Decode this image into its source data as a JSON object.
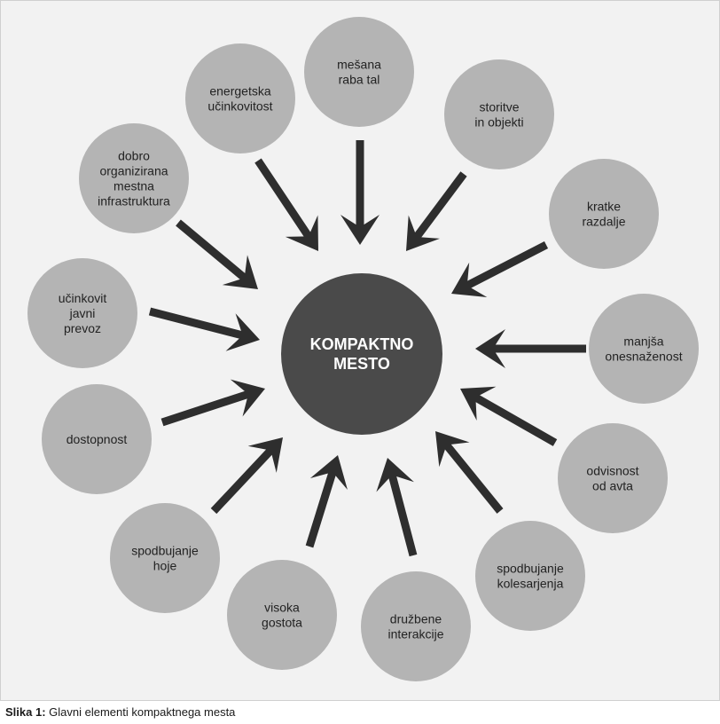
{
  "colors": {
    "background": "#f2f2f2",
    "outer_node": "#b4b4b4",
    "center_node": "#4a4a4a",
    "arrow": "#2e2e2e"
  },
  "center": {
    "lines": [
      "KOMPAKTNO",
      "MESTO"
    ]
  },
  "nodes": [
    {
      "id": "mesana-raba-tal",
      "lines": [
        "mešana",
        "raba tal"
      ]
    },
    {
      "id": "storitve-in-objekti",
      "lines": [
        "storitve",
        "in objekti"
      ]
    },
    {
      "id": "kratke-razdalje",
      "lines": [
        "kratke",
        "razdalje"
      ]
    },
    {
      "id": "manjsa-onesnazenost",
      "lines": [
        "manjša",
        "onesnaženost"
      ]
    },
    {
      "id": "odvisnost-od-avta",
      "lines": [
        "odvisnost",
        "od avta"
      ]
    },
    {
      "id": "spodbujanje-kolesarjenja",
      "lines": [
        "spodbujanje",
        "kolesarjenja"
      ]
    },
    {
      "id": "druzbene-interakcije",
      "lines": [
        "družbene",
        "interakcije"
      ]
    },
    {
      "id": "visoka-gostota",
      "lines": [
        "visoka",
        "gostota"
      ]
    },
    {
      "id": "spodbujanje-hoje",
      "lines": [
        "spodbujanje",
        "hoje"
      ]
    },
    {
      "id": "dostopnost",
      "lines": [
        "dostopnost"
      ]
    },
    {
      "id": "ucinkovit-javni-prevoz",
      "lines": [
        "učinkovit",
        "javni",
        "prevoz"
      ]
    },
    {
      "id": "dobro-organizirana-infrastruktura",
      "lines": [
        "dobro",
        "organizirana",
        "mestna",
        "infrastruktura"
      ]
    },
    {
      "id": "energetska-ucinkovitost",
      "lines": [
        "energetska",
        "učinkovitost"
      ]
    }
  ],
  "caption": {
    "label": "Slika 1:",
    "text": " Glavni elementi kompaktnega mesta"
  }
}
